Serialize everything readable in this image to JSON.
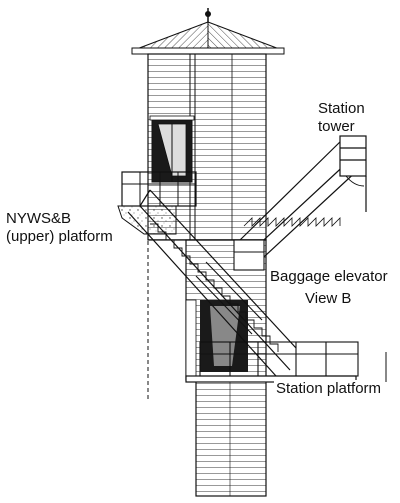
{
  "labels": {
    "station_tower_line1": "Station",
    "station_tower_line2": "tower",
    "nywsb_line1": "NYWS&B",
    "nywsb_line2": "(upper) platform",
    "baggage_elevator": "Baggage elevator",
    "view": "View B",
    "station_platform": "Station platform"
  },
  "colors": {
    "ink": "#111111",
    "paper": "#ffffff"
  }
}
